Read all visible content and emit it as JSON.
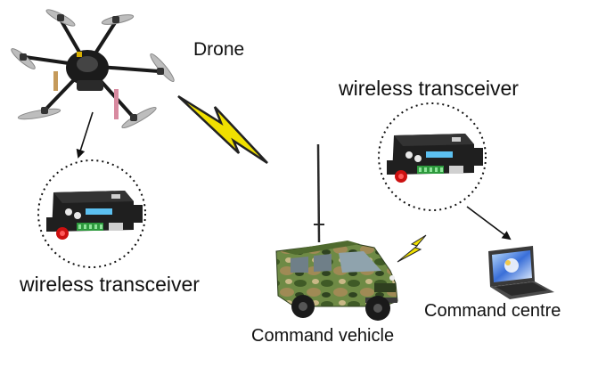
{
  "labels": {
    "drone": "Drone",
    "transceiver_right": "wireless transceiver",
    "transceiver_left": "wireless transceiver",
    "command_centre": "Command centre",
    "command_vehicle": "Command vehicle"
  },
  "colors": {
    "lightning": "#f0e000",
    "lightning_outline": "#222222",
    "device_body": "#1f1f1f",
    "antenna_connector": "#cc1010",
    "terminal_block": "#2e9a3e",
    "camouflage_green": "#5d7a3a",
    "screen_blue": "#3a6fd8"
  },
  "icons": [
    "drone-icon",
    "transceiver-icon",
    "lightning-icon",
    "vehicle-icon",
    "laptop-icon"
  ]
}
